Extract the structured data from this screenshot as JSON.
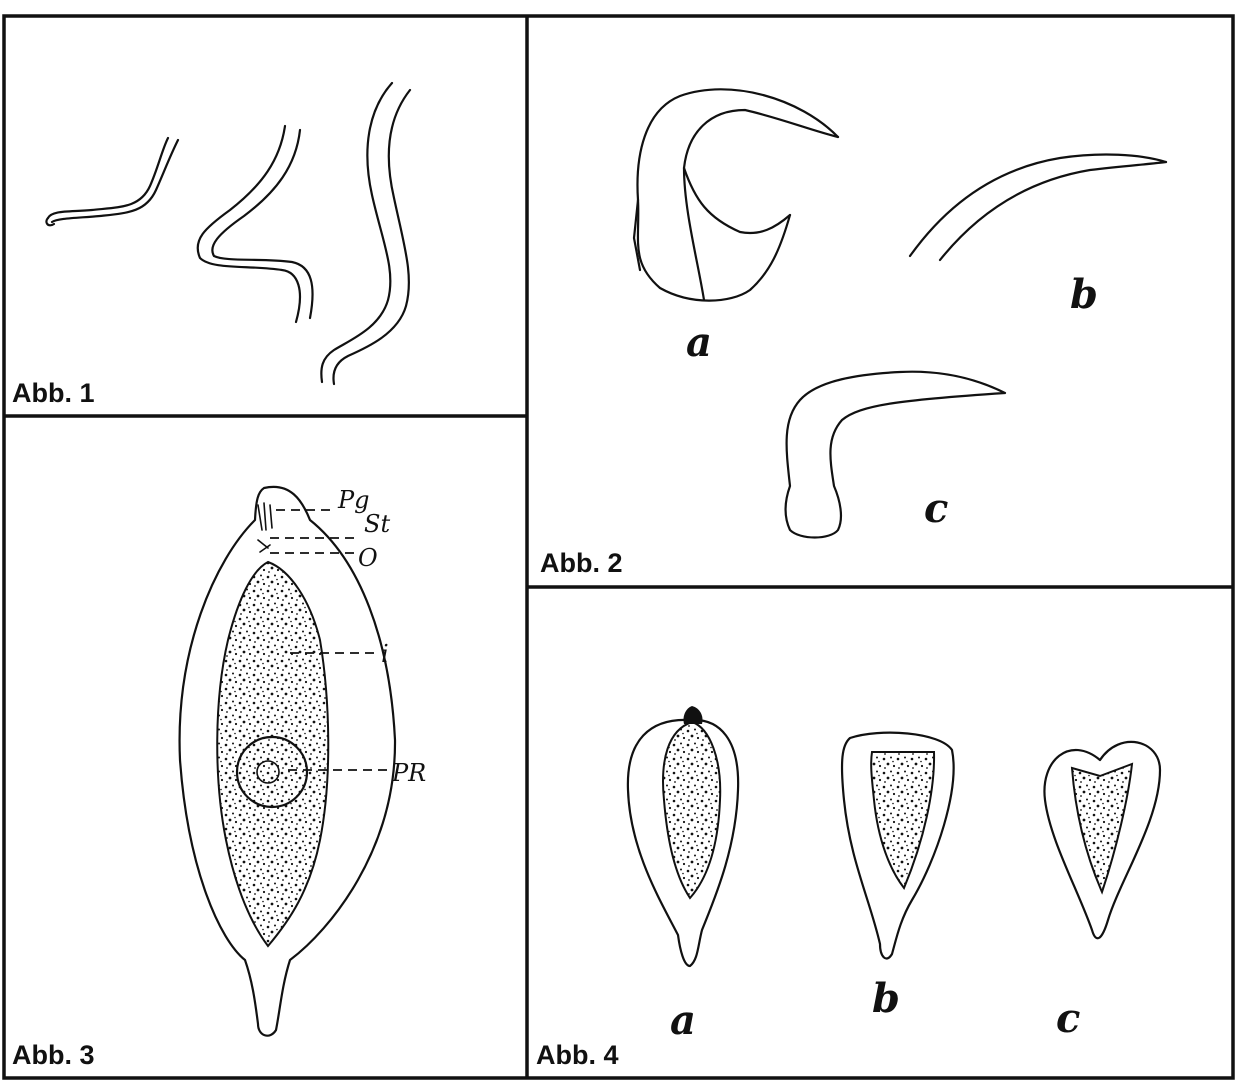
{
  "panels": {
    "abb1": {
      "label": "Abb. 1"
    },
    "abb2": {
      "label": "Abb. 2",
      "sublabels": [
        "a",
        "b",
        "c"
      ]
    },
    "abb3": {
      "label": "Abb. 3",
      "annotations": [
        "Pg",
        "St",
        "O",
        "i",
        "PR"
      ]
    },
    "abb4": {
      "label": "Abb. 4",
      "sublabels": [
        "a",
        "b",
        "c"
      ]
    }
  },
  "colors": {
    "ink": "#111111",
    "paper": "#ffffff"
  }
}
